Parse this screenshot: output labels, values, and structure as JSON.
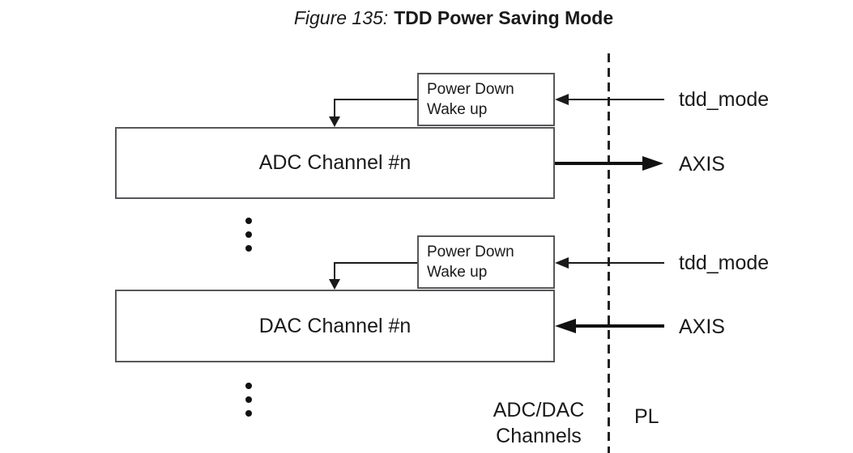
{
  "figure": {
    "label": "Figure 135:",
    "title": "TDD Power Saving Mode"
  },
  "blocks": [
    {
      "name": "adc",
      "channel_label": "ADC Channel #n",
      "power_box": {
        "line1": "Power Down",
        "line2": "Wake up"
      },
      "tdd_label": "tdd_mode",
      "axis_label": "AXIS",
      "axis_direction": "output-to-pl"
    },
    {
      "name": "dac",
      "channel_label": "DAC Channel #n",
      "power_box": {
        "line1": "Power Down",
        "line2": "Wake up"
      },
      "tdd_label": "tdd_mode",
      "axis_label": "AXIS",
      "axis_direction": "input-from-pl"
    }
  ],
  "boundary": {
    "left_label_line1": "ADC/DAC",
    "left_label_line2": "Channels",
    "right_label": "PL"
  },
  "colors": {
    "background": "#ffffff",
    "box_border": "#57575a",
    "line": "#1a1a1a",
    "text": "#1a1a1a"
  }
}
